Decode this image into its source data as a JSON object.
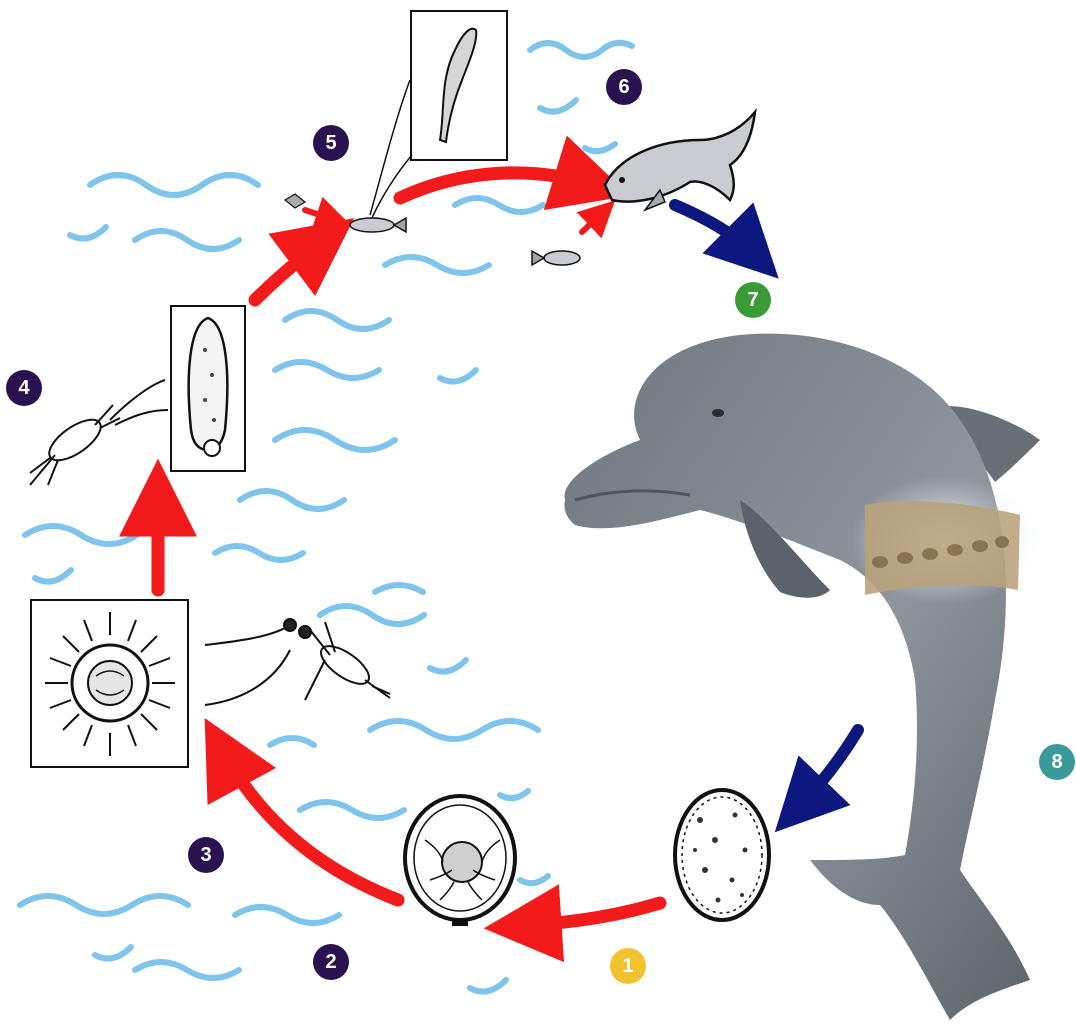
{
  "diagram": {
    "steps": [
      {
        "label": "1",
        "color": "#f2c12e"
      },
      {
        "label": "2",
        "color": "#2a1250"
      },
      {
        "label": "3",
        "color": "#2a1250"
      },
      {
        "label": "4",
        "color": "#2a1250"
      },
      {
        "label": "5",
        "color": "#2a1250"
      },
      {
        "label": "6",
        "color": "#2a1250"
      },
      {
        "label": "7",
        "color": "#3a9a35"
      },
      {
        "label": "8",
        "color": "#3a9a9a"
      }
    ],
    "colors": {
      "water": "#7fc4ec",
      "arrow_red": "#f21a1a",
      "arrow_blue": "#0d1780",
      "dolphin": "#8e959c",
      "parasite": "#b8a27a"
    },
    "icons": [
      "dolphin-icon",
      "egg-icon",
      "coracidium-icon",
      "copepod-icon",
      "procercoid-icon",
      "small-fish-icon",
      "plerocercoid-icon",
      "large-fish-icon"
    ]
  }
}
